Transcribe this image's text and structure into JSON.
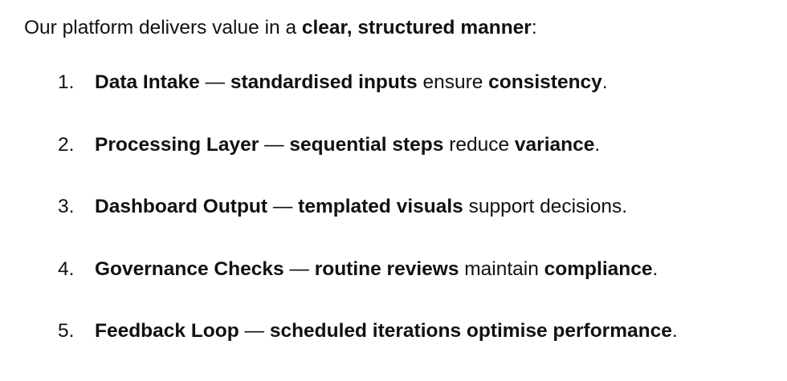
{
  "intro": {
    "text": "Our platform delivers value in a ",
    "bold": "clear, structured manner",
    "end": ":"
  },
  "steps": [
    {
      "num": "1.",
      "title": "Data Intake",
      "dash": " — ",
      "key1": "standardised inputs",
      "mid": " ensure ",
      "key2": "consistency",
      "end": "."
    },
    {
      "num": "2.",
      "title": "Processing Layer",
      "dash": " — ",
      "key1": "sequential steps",
      "mid": " reduce ",
      "key2": "variance",
      "end": "."
    },
    {
      "num": "3.",
      "title": "Dashboard Output",
      "dash": " — ",
      "key1": "templated visuals",
      "mid": " support decisions",
      "key2": "",
      "end": "."
    },
    {
      "num": "4.",
      "title": "Governance Checks",
      "dash": " — ",
      "key1": "routine reviews",
      "mid": " maintain ",
      "key2": "compliance",
      "end": "."
    },
    {
      "num": "5.",
      "title": "Feedback Loop",
      "dash": " — ",
      "key1": "scheduled iterations optimise performance",
      "mid": "",
      "key2": "",
      "end": "."
    }
  ]
}
